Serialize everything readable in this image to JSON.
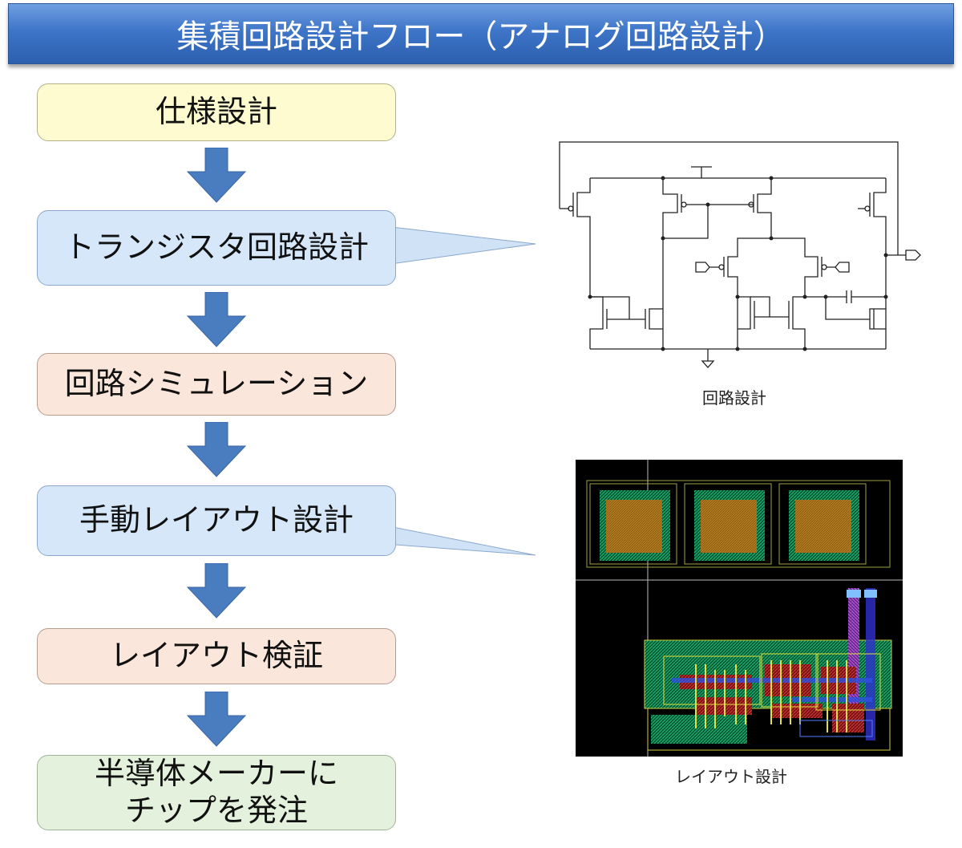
{
  "title": "集積回路設計フロー（アナログ回路設計）",
  "steps": [
    {
      "label": "仕様設計",
      "color": "yellow"
    },
    {
      "label": "トランジスタ回路設計",
      "color": "blue"
    },
    {
      "label": "回路シミュレーション",
      "color": "peach"
    },
    {
      "label": "手動レイアウト設計",
      "color": "blue"
    },
    {
      "label": "レイアウト検証",
      "color": "peach"
    },
    {
      "label": "半導体メーカーに\nチップを発注",
      "color": "green"
    }
  ],
  "captions": {
    "schematic": "回路設計",
    "layout": "レイアウト設計"
  },
  "colors": {
    "banner": "#3e75c8",
    "arrow": "#4a7cc0",
    "callout": "#cfe2f6"
  }
}
